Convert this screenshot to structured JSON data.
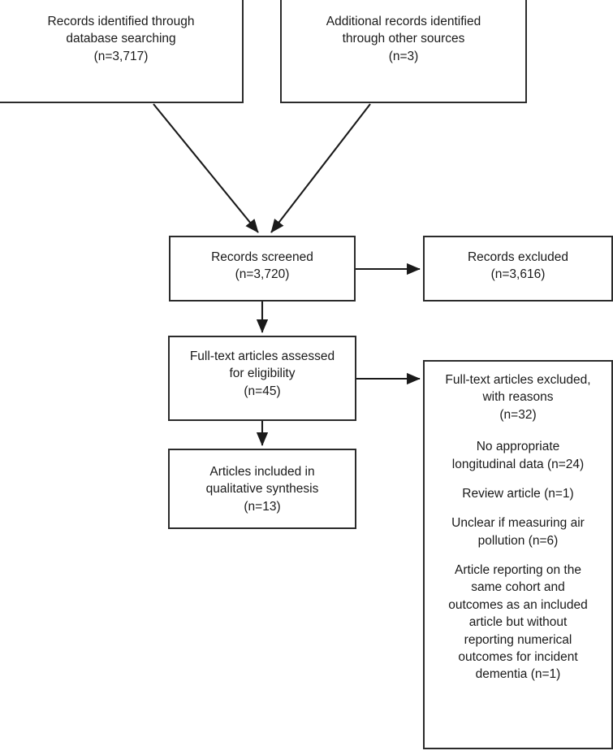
{
  "diagram": {
    "title": "PRISMA study selection flow diagram",
    "stroke_color": "#2b2b2b",
    "text_color": "#1a1a1a",
    "background": "#ffffff"
  },
  "boxes": {
    "database_records": {
      "name": "records-identified-database",
      "lines": [
        "Records identified through",
        "database searching",
        "(n=3,717)"
      ]
    },
    "other_records": {
      "name": "records-identified-other-sources",
      "lines": [
        "Additional records identified",
        "through other sources",
        "(n=3)"
      ]
    },
    "records_screened": {
      "name": "records-screened",
      "lines": [
        "Records screened",
        "(n=3,720)"
      ]
    },
    "records_excluded": {
      "name": "records-excluded",
      "lines": [
        "Records excluded",
        "(n=3,616)"
      ]
    },
    "fulltext_assessed": {
      "name": "fulltext-articles-assessed",
      "lines": [
        "Full-text articles assessed",
        "for eligibility",
        "(n=45)"
      ]
    },
    "articles_included": {
      "name": "articles-included-qualitative-synthesis",
      "lines": [
        "Articles included in",
        "qualitative synthesis",
        "(n=13)"
      ]
    },
    "fulltext_excluded": {
      "name": "fulltext-articles-excluded-with-reasons",
      "heading": [
        "Full-text articles excluded,",
        "with reasons",
        "(n=32)"
      ],
      "reasons": [
        {
          "label": "no-appropriate-longitudinal-data",
          "lines": [
            "No appropriate",
            "longitudinal data (n=24)"
          ]
        },
        {
          "label": "review-article",
          "lines": [
            "Review article (n=1)"
          ]
        },
        {
          "label": "unclear-if-measuring-air-pollution",
          "lines": [
            "Unclear if measuring air",
            "pollution (n=6)"
          ]
        },
        {
          "label": "duplicate-cohort-no-numerical-outcomes",
          "lines": [
            "Article reporting on the",
            "same cohort and",
            "outcomes as an included",
            "article but without",
            "reporting numerical",
            "outcomes for incident",
            "dementia (n=1)"
          ]
        }
      ]
    }
  },
  "arrows": [
    {
      "name": "arrow-database-to-screened",
      "from": "database_records",
      "to": "records_screened",
      "direction": "diagonal-down-right"
    },
    {
      "name": "arrow-other-to-screened",
      "from": "other_records",
      "to": "records_screened",
      "direction": "diagonal-down-left"
    },
    {
      "name": "arrow-screened-to-excluded",
      "from": "records_screened",
      "to": "records_excluded",
      "direction": "right"
    },
    {
      "name": "arrow-screened-to-fulltext",
      "from": "records_screened",
      "to": "fulltext_assessed",
      "direction": "down"
    },
    {
      "name": "arrow-fulltext-to-excluded-reasons",
      "from": "fulltext_assessed",
      "to": "fulltext_excluded",
      "direction": "right"
    },
    {
      "name": "arrow-fulltext-to-included",
      "from": "fulltext_assessed",
      "to": "articles_included",
      "direction": "down"
    }
  ]
}
